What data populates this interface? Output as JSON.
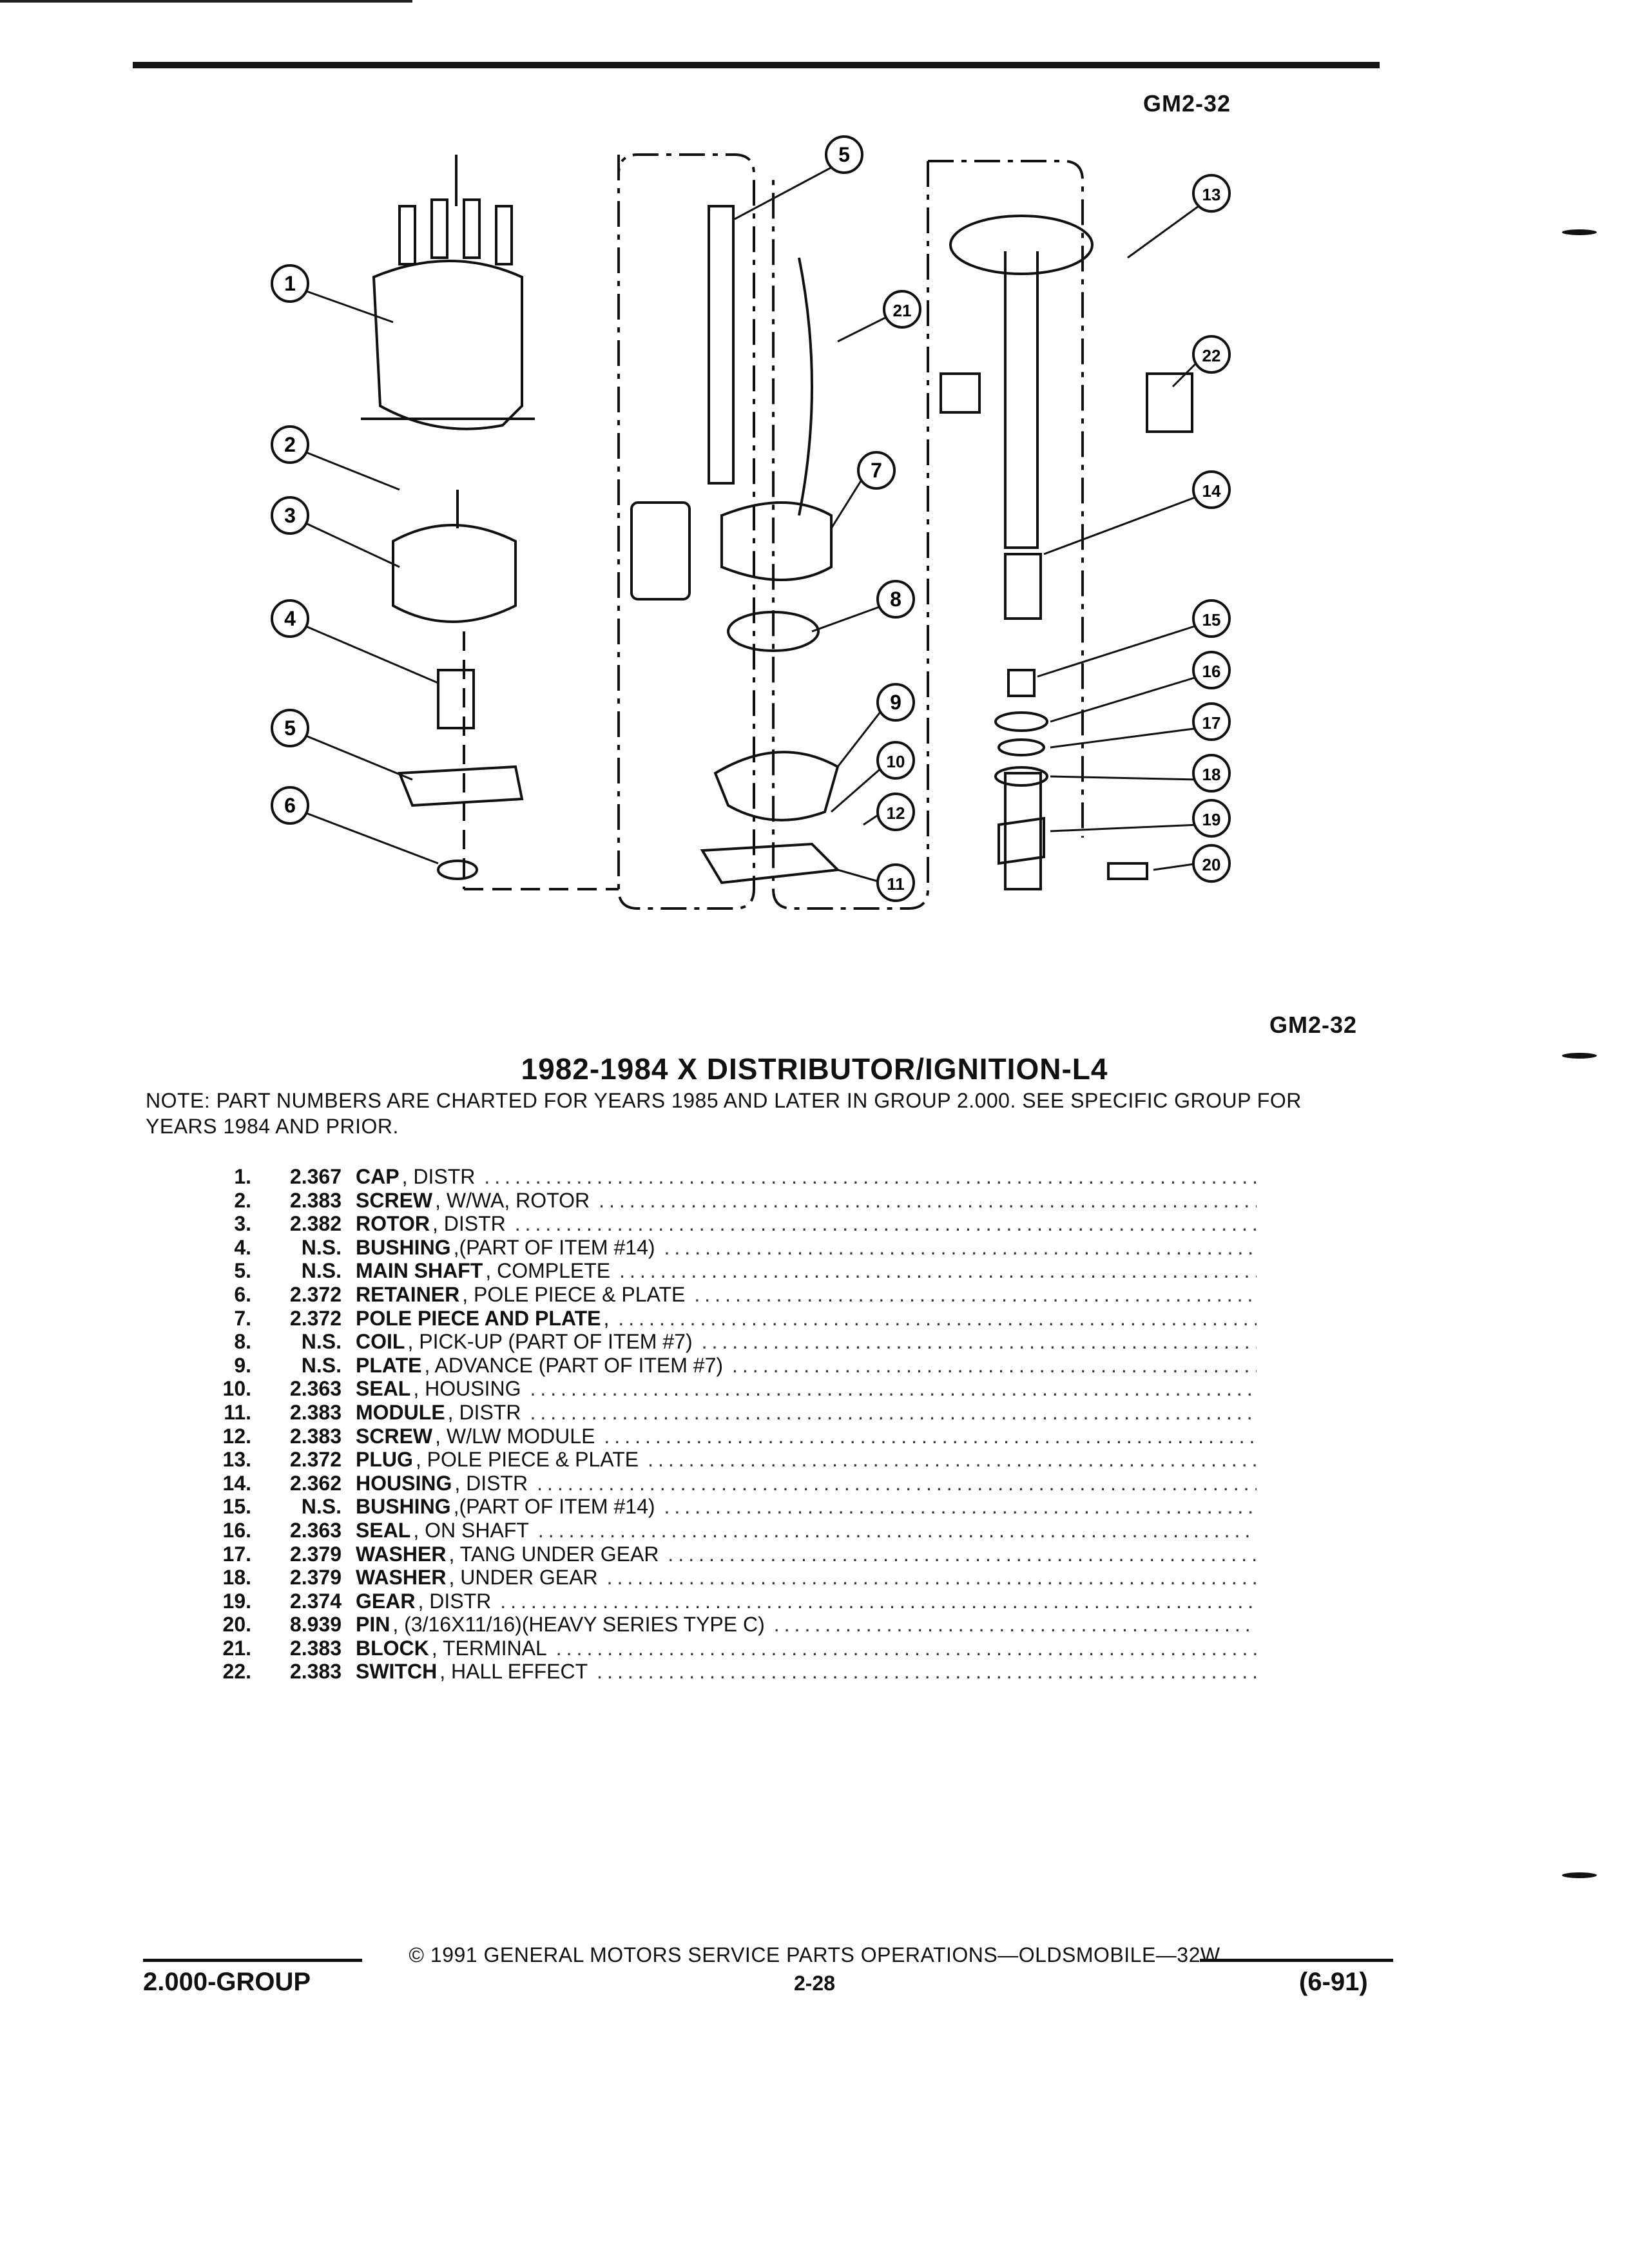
{
  "header": {
    "code_top": "GM2-32",
    "code_bottom": "GM2-32"
  },
  "diagram": {
    "callouts": [
      "1",
      "2",
      "3",
      "4",
      "5",
      "6",
      "5",
      "21",
      "7",
      "8",
      "9",
      "10",
      "12",
      "11",
      "13",
      "22",
      "14",
      "15",
      "16",
      "17",
      "18",
      "19",
      "20"
    ]
  },
  "title": "1982-1984 X DISTRIBUTOR/IGNITION-L4",
  "note": "NOTE: PART NUMBERS ARE CHARTED FOR YEARS 1985 AND LATER IN GROUP 2.000. SEE SPECIFIC GROUP FOR YEARS 1984 AND PRIOR.",
  "parts": [
    {
      "num": "1.",
      "grp": "2.367",
      "name": "CAP",
      "desc": ", DISTR"
    },
    {
      "num": "2.",
      "grp": "2.383",
      "name": "SCREW",
      "desc": ", W/WA, ROTOR"
    },
    {
      "num": "3.",
      "grp": "2.382",
      "name": "ROTOR",
      "desc": ", DISTR"
    },
    {
      "num": "4.",
      "grp": "N.S.",
      "name": "BUSHING",
      "desc": ",(PART OF ITEM #14)"
    },
    {
      "num": "5.",
      "grp": "N.S.",
      "name": "MAIN SHAFT",
      "desc": ", COMPLETE"
    },
    {
      "num": "6.",
      "grp": "2.372",
      "name": "RETAINER",
      "desc": ", POLE PIECE & PLATE"
    },
    {
      "num": "7.",
      "grp": "2.372",
      "name": "POLE PIECE AND PLATE",
      "desc": ","
    },
    {
      "num": "8.",
      "grp": "N.S.",
      "name": "COIL",
      "desc": ", PICK-UP (PART OF ITEM #7)"
    },
    {
      "num": "9.",
      "grp": "N.S.",
      "name": "PLATE",
      "desc": ", ADVANCE (PART OF ITEM #7)"
    },
    {
      "num": "10.",
      "grp": "2.363",
      "name": "SEAL",
      "desc": ", HOUSING"
    },
    {
      "num": "11.",
      "grp": "2.383",
      "name": "MODULE",
      "desc": ", DISTR"
    },
    {
      "num": "12.",
      "grp": "2.383",
      "name": "SCREW",
      "desc": ", W/LW MODULE"
    },
    {
      "num": "13.",
      "grp": "2.372",
      "name": "PLUG",
      "desc": ", POLE PIECE & PLATE"
    },
    {
      "num": "14.",
      "grp": "2.362",
      "name": "HOUSING",
      "desc": ", DISTR"
    },
    {
      "num": "15.",
      "grp": "N.S.",
      "name": "BUSHING",
      "desc": ",(PART OF ITEM #14)"
    },
    {
      "num": "16.",
      "grp": "2.363",
      "name": "SEAL",
      "desc": ", ON SHAFT"
    },
    {
      "num": "17.",
      "grp": "2.379",
      "name": "WASHER",
      "desc": ", TANG UNDER GEAR"
    },
    {
      "num": "18.",
      "grp": "2.379",
      "name": "WASHER",
      "desc": ", UNDER GEAR"
    },
    {
      "num": "19.",
      "grp": "2.374",
      "name": "GEAR",
      "desc": ", DISTR"
    },
    {
      "num": "20.",
      "grp": "8.939",
      "name": "PIN",
      "desc": ", (3/16X11/16)(HEAVY SERIES TYPE C)"
    },
    {
      "num": "21.",
      "grp": "2.383",
      "name": "BLOCK",
      "desc": ", TERMINAL"
    },
    {
      "num": "22.",
      "grp": "2.383",
      "name": "SWITCH",
      "desc": ", HALL EFFECT"
    }
  ],
  "footer": {
    "copyright": "© 1991 GENERAL MOTORS SERVICE PARTS OPERATIONS—OLDSMOBILE—32W",
    "group": "2.000-GROUP",
    "page": "2-28",
    "date": "(6-91)"
  }
}
